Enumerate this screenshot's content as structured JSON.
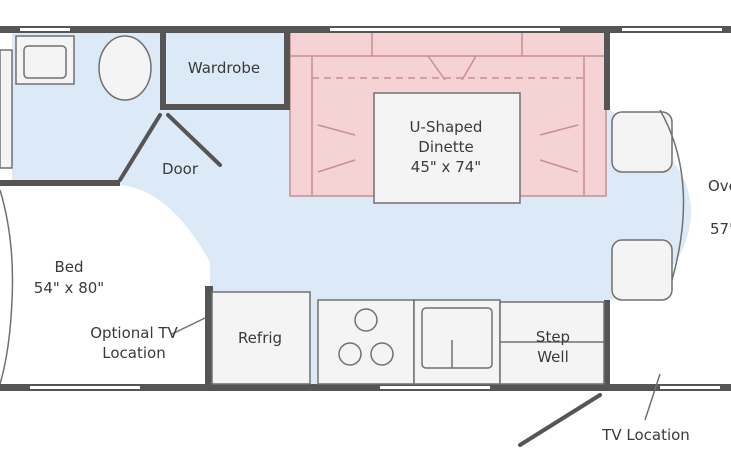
{
  "colors": {
    "floor": "#dce9f7",
    "dinette": "#f5d2d4",
    "dinette_stroke": "#c98e92",
    "wall": "#555555",
    "fixture_fill": "#f4f4f4",
    "fixture_stroke": "#707070",
    "window": "#ffffff"
  },
  "labels": {
    "wardrobe": "Wardrobe",
    "door": "Door",
    "dinette": "U-Shaped",
    "dinette_line2": "Dinette",
    "dinette_size": "45\" x 74\"",
    "overhead_cut": "Ove",
    "overhead_size_cut": "57'",
    "bed": "Bed",
    "bed_size": "54\" x 80\"",
    "optional_tv": "Optional TV",
    "optional_tv_line2": "Location",
    "refrig": "Refrig",
    "step": "Step",
    "step_line2": "Well",
    "tv_location": "TV Location"
  }
}
